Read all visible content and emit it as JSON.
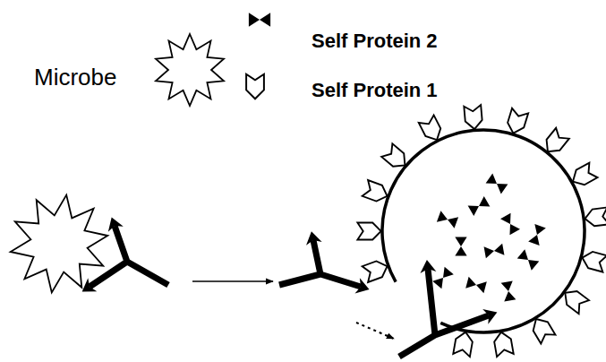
{
  "diagram": {
    "legend": [
      {
        "text": "Microbe"
      },
      {
        "text": "Self Protein 2"
      },
      {
        "text": "Self Protein 1"
      }
    ]
  }
}
